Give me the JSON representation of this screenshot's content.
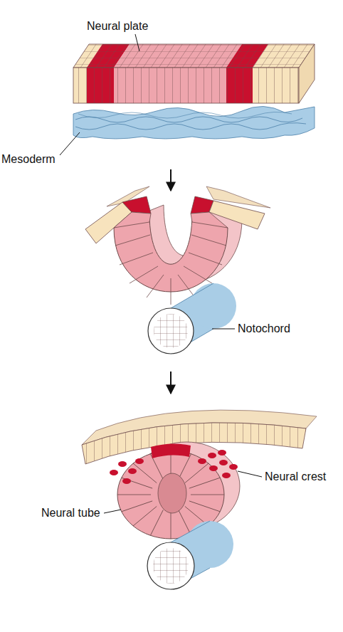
{
  "diagram": {
    "labels": [
      "Neural plate",
      "Mesoderm",
      "Notochord",
      "Neural crest",
      "Neural tube"
    ]
  }
}
